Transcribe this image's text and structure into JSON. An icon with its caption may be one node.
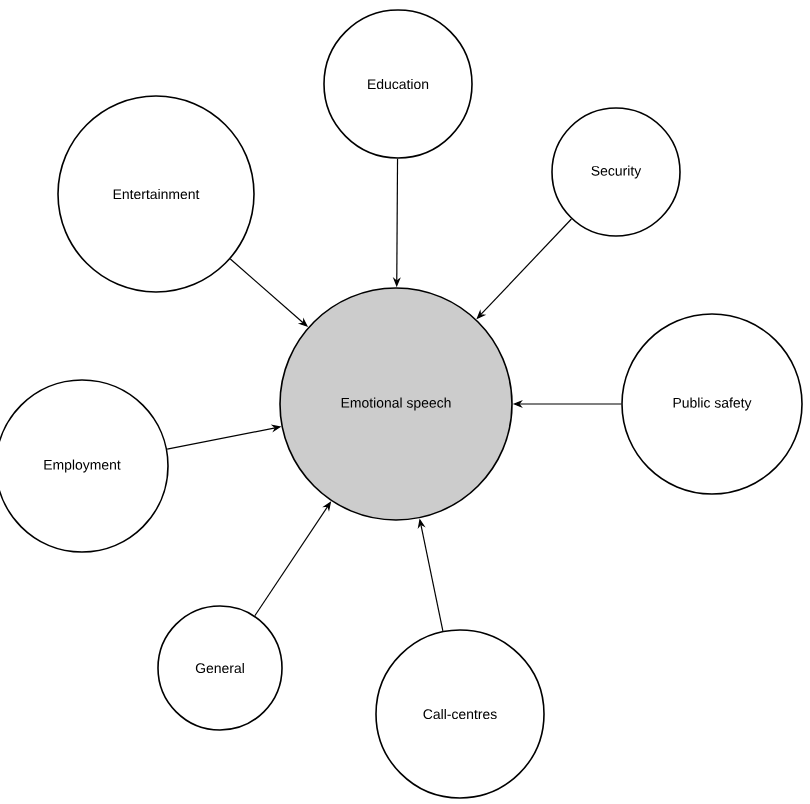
{
  "diagram": {
    "nodes": [
      {
        "text": [
          "Education"
        ]
      },
      {
        "text": [
          "Entertainment"
        ]
      },
      {
        "text": [
          "Security"
        ]
      },
      {
        "text": [
          "Emotional speech"
        ]
      },
      {
        "text": [
          "Public safety"
        ]
      },
      {
        "text": [
          "Employment"
        ]
      },
      {
        "text": [
          "General"
        ]
      },
      {
        "text": [
          "Call-centres"
        ]
      }
    ],
    "edges": [
      {
        "from": 0,
        "to": 3,
        "arrow": "to"
      },
      {
        "from": 1,
        "to": 3,
        "arrow": "to"
      },
      {
        "from": 2,
        "to": 3,
        "arrow": "to"
      },
      {
        "from": 4,
        "to": 3,
        "arrow": "to"
      },
      {
        "from": 5,
        "to": 3,
        "arrow": "to"
      },
      {
        "from": 6,
        "to": 3,
        "arrow": "to"
      },
      {
        "from": 7,
        "to": 3,
        "arrow": "to"
      }
    ]
  }
}
